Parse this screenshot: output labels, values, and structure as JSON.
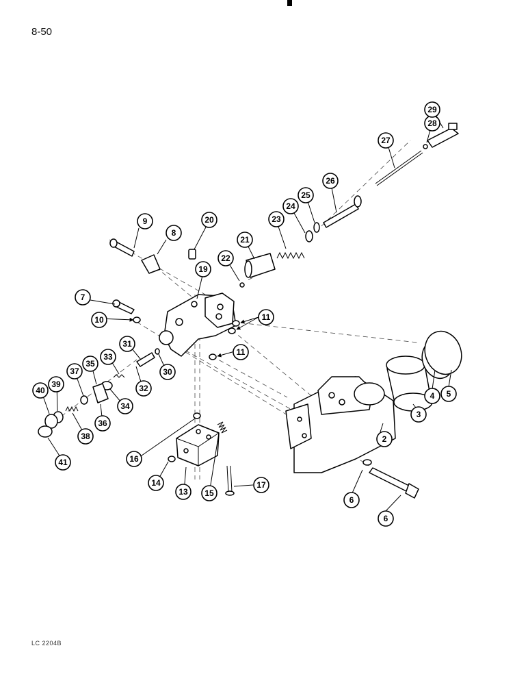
{
  "page": {
    "page_number": "8-50",
    "figure_code": "LC 2204B"
  },
  "callouts": [
    "2",
    "3",
    "4",
    "5",
    "6",
    "6",
    "7",
    "8",
    "9",
    "10",
    "11",
    "11",
    "13",
    "14",
    "15",
    "16",
    "17",
    "19",
    "20",
    "21",
    "22",
    "23",
    "24",
    "25",
    "26",
    "27",
    "28",
    "29",
    "30",
    "31",
    "32",
    "33",
    "34",
    "35",
    "36",
    "37",
    "38",
    "39",
    "40",
    "41"
  ]
}
